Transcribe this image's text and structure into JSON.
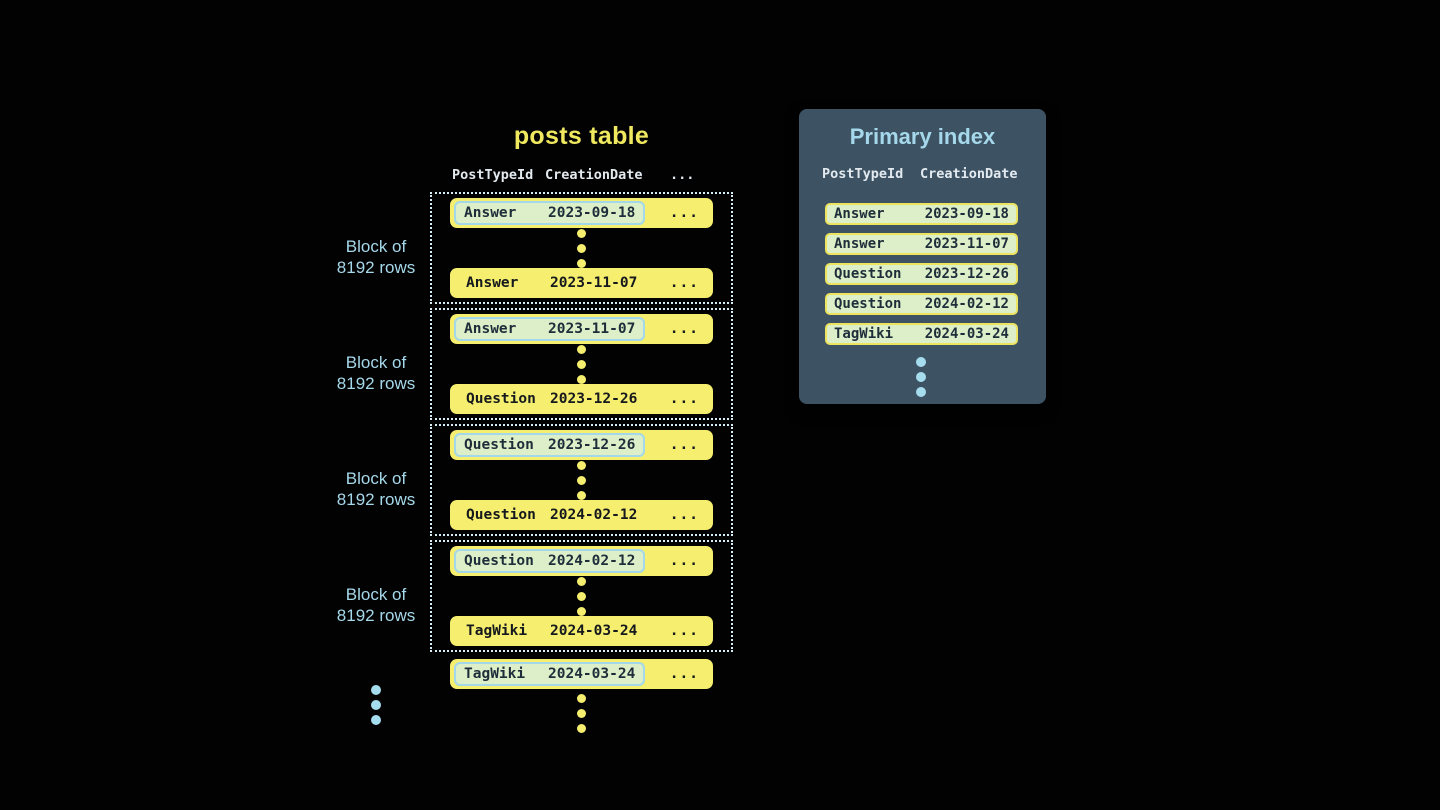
{
  "colors": {
    "bg": "#020202",
    "yellow": "#f5ee6e",
    "title-yellow": "#f0e95f",
    "mint": "#dcefc8",
    "hl-border": "#a2d8e9",
    "ink": "#15181c",
    "ink-navy": "#1e2d3a",
    "dots-blue": "#a5ddef",
    "dotted": "#d5edf6",
    "label-blue": "#a5d8ea",
    "header-white": "#e3eaef",
    "panel": "#3d5364",
    "index-border": "#ece35f"
  },
  "posts_table": {
    "title": "posts table",
    "headers": [
      "PostTypeId",
      "CreationDate",
      "..."
    ],
    "ellipsis": "...",
    "block_label": {
      "line1": "Block of",
      "line2": "8192 rows"
    },
    "blocks": [
      {
        "first": {
          "type": "Answer",
          "date": "2023-09-18"
        },
        "last": {
          "type": "Answer",
          "date": "2023-11-07"
        }
      },
      {
        "first": {
          "type": "Answer",
          "date": "2023-11-07"
        },
        "last": {
          "type": "Question",
          "date": "2023-12-26"
        }
      },
      {
        "first": {
          "type": "Question",
          "date": "2023-12-26"
        },
        "last": {
          "type": "Question",
          "date": "2024-02-12"
        }
      },
      {
        "first": {
          "type": "Question",
          "date": "2024-02-12"
        },
        "last": {
          "type": "TagWiki",
          "date": "2024-03-24"
        }
      }
    ],
    "trailing_row": {
      "type": "TagWiki",
      "date": "2024-03-24"
    }
  },
  "primary_index": {
    "title": "Primary index",
    "headers": [
      "PostTypeId",
      "CreationDate"
    ],
    "rows": [
      {
        "type": "Answer",
        "date": "2023-09-18"
      },
      {
        "type": "Answer",
        "date": "2023-11-07"
      },
      {
        "type": "Question",
        "date": "2023-12-26"
      },
      {
        "type": "Question",
        "date": "2024-02-12"
      },
      {
        "type": "TagWiki",
        "date": "2024-03-24"
      }
    ]
  }
}
